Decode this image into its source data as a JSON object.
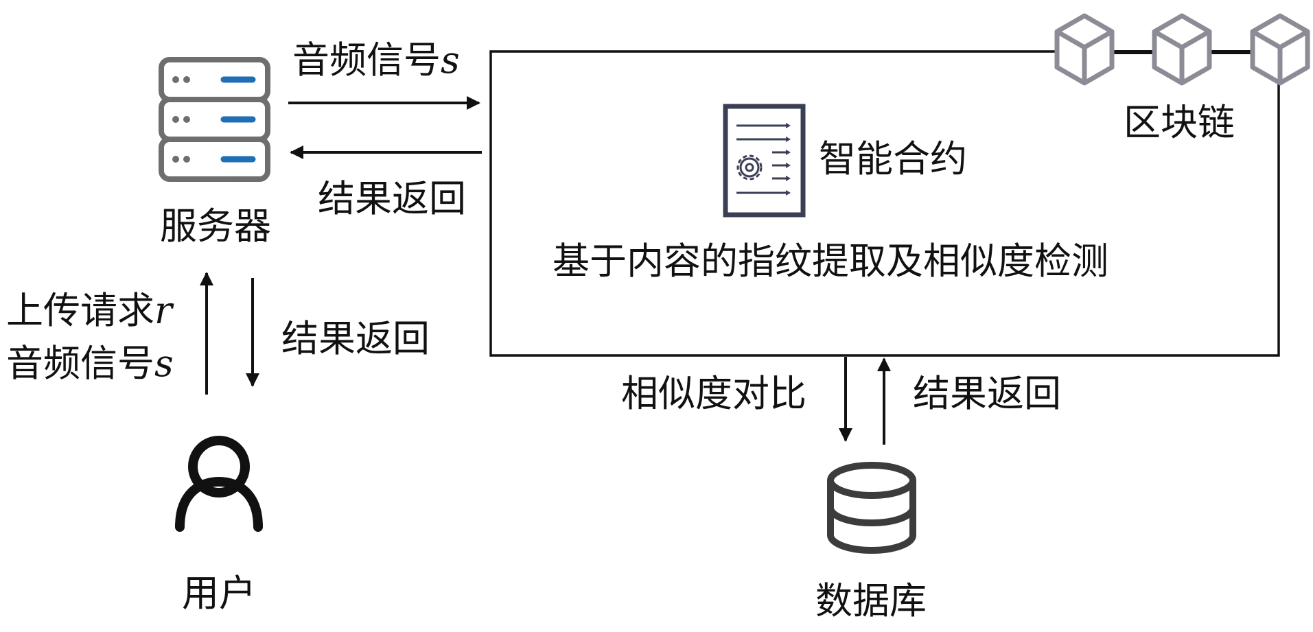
{
  "server": {
    "label": "服务器"
  },
  "user": {
    "label": "用户"
  },
  "database": {
    "label": "数据库"
  },
  "blockchain": {
    "label": "区块链"
  },
  "contract": {
    "title": "智能合约",
    "description": "基于内容的指纹提取及相似度检测"
  },
  "arrows": {
    "server_to_chain": {
      "text": "音频信号",
      "var": "s"
    },
    "chain_to_server": {
      "text": "结果返回"
    },
    "user_to_server": {
      "line1_text": "上传请求",
      "line1_var": "r",
      "line2_text": "音频信号",
      "line2_var": "s"
    },
    "server_to_user": {
      "text": "结果返回"
    },
    "chain_to_db": {
      "text": "相似度对比"
    },
    "db_to_chain": {
      "text": "结果返回"
    }
  },
  "colors": {
    "ink": "#111111",
    "icon_gray": "#6e6e6e",
    "server_blue": "#1f6fb7",
    "contract_navy": "#3a3f55",
    "cube_gray": "#8c8c96"
  }
}
